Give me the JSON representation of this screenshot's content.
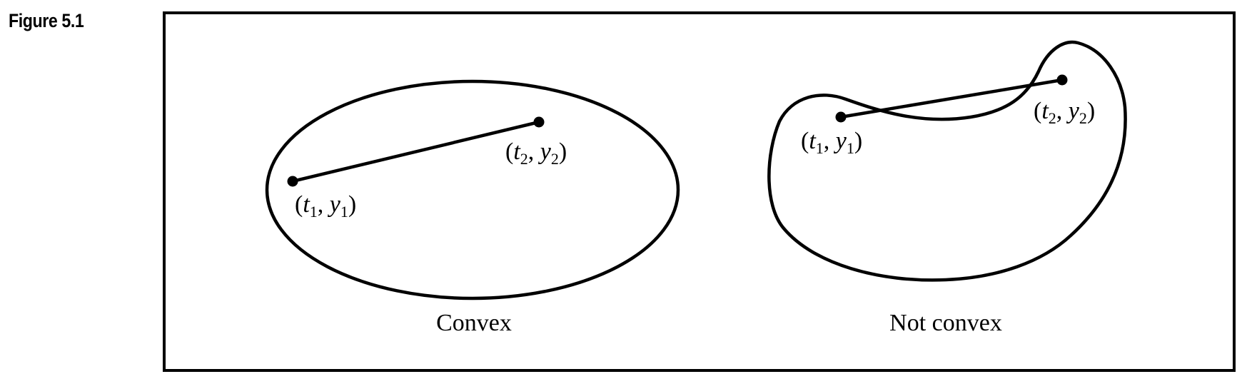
{
  "figure_label": "Figure 5.1",
  "convex_panel": {
    "caption": "Convex",
    "point1": {
      "open": "(",
      "var_t": "t",
      "sub_t": "1",
      "sep": ", ",
      "var_y": "y",
      "sub_y": "1",
      "close": ")"
    },
    "point2": {
      "open": "(",
      "var_t": "t",
      "sub_t": "2",
      "sep": ", ",
      "var_y": "y",
      "sub_y": "2",
      "close": ")"
    }
  },
  "nonconvex_panel": {
    "caption": "Not convex",
    "point1": {
      "open": "(",
      "var_t": "t",
      "sub_t": "1",
      "sep": ", ",
      "var_y": "y",
      "sub_y": "1",
      "close": ")"
    },
    "point2": {
      "open": "(",
      "var_t": "t",
      "sub_t": "2",
      "sep": ", ",
      "var_y": "y",
      "sub_y": "2",
      "close": ")"
    }
  },
  "colors": {
    "ink": "#000000",
    "background": "#ffffff"
  }
}
